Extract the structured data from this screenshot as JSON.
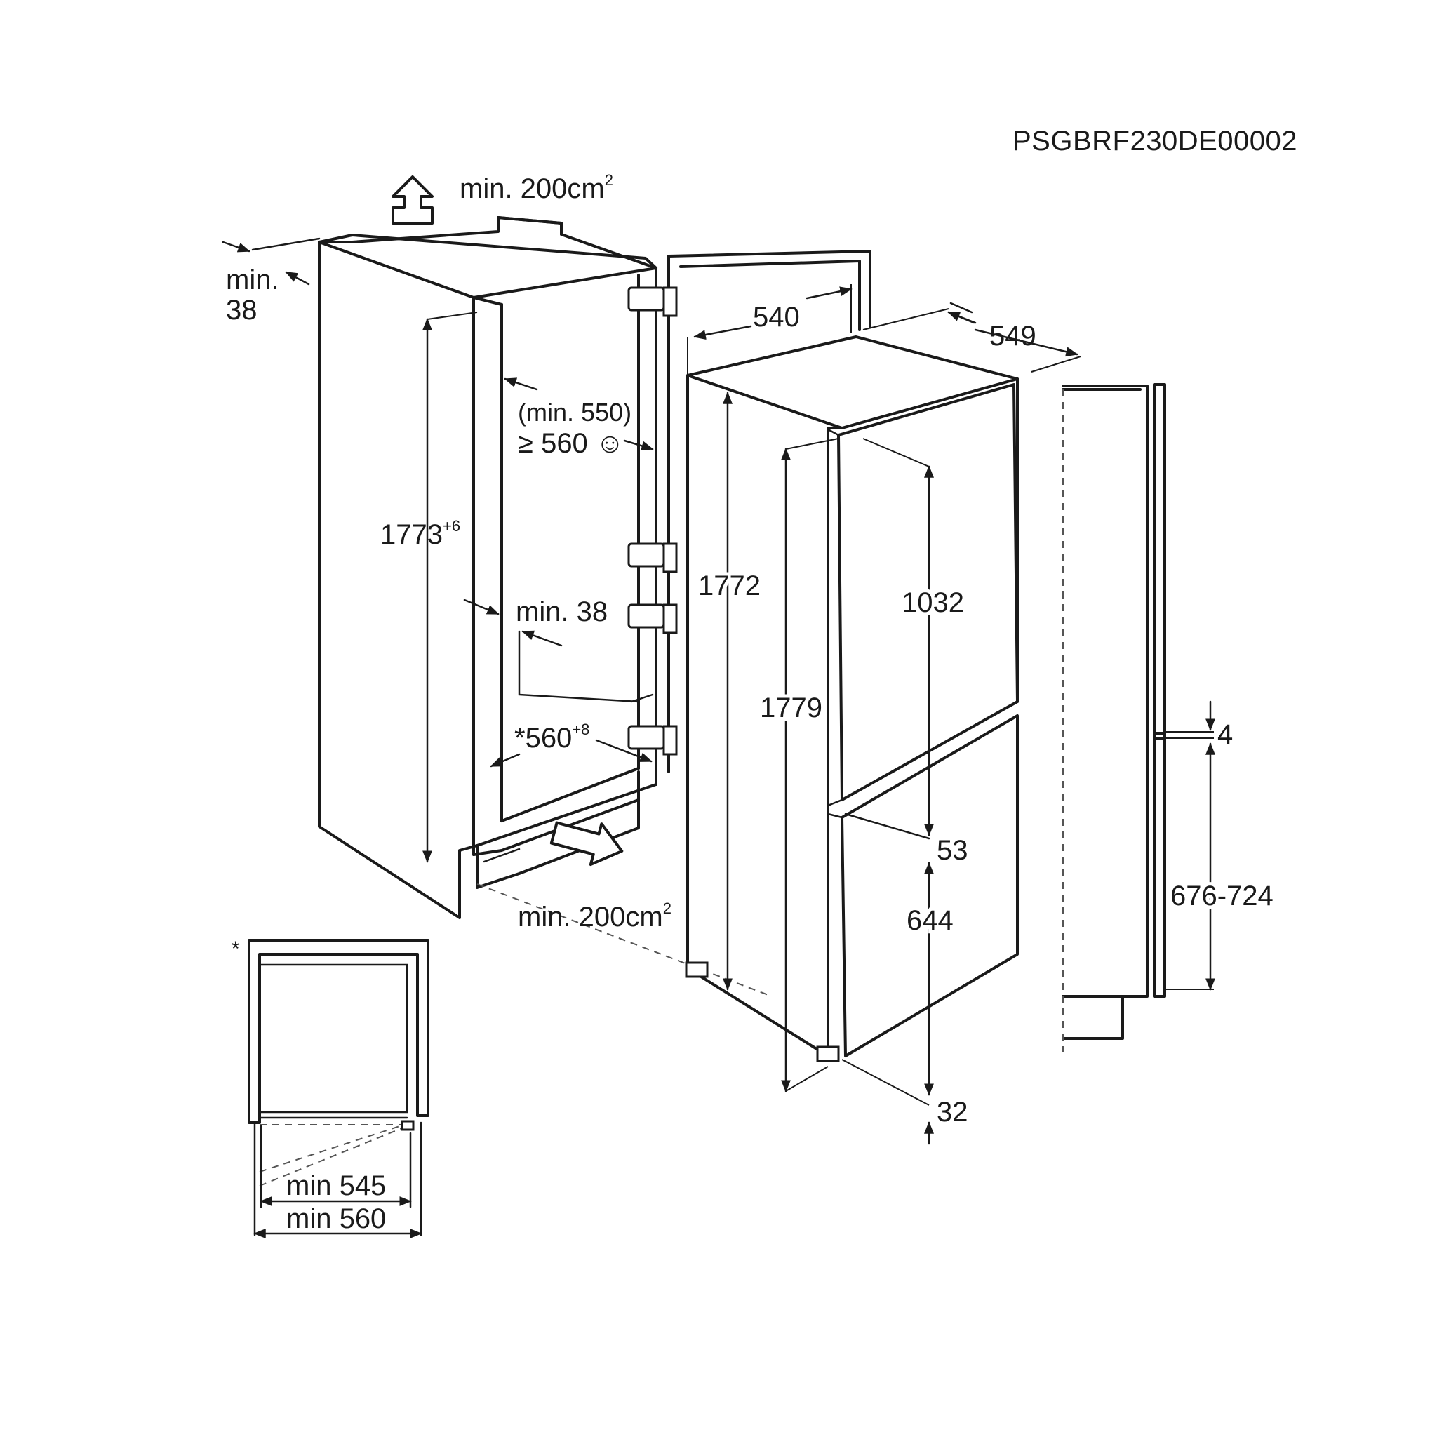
{
  "drawing_code": "PSGBRF230DE00002",
  "labels": {
    "vent_top_base": "min. 200cm",
    "vent_top_sup": "2",
    "gap_back_line1": "min.",
    "gap_back_line2": "38",
    "depth_min_note": "(min. 550)",
    "depth_recommended": "≥ 560 ☺",
    "niche_height_base": "1773",
    "niche_height_sup": "+6",
    "rear_gap": "min. 38",
    "niche_width_base": "*560",
    "niche_width_sup": "+8",
    "vent_bottom_base": "min. 200cm",
    "vent_bottom_sup": "2",
    "appliance_width": "540",
    "appliance_depth": "549",
    "body_height": "1772",
    "overall_height": "1779",
    "upper_door_height": "1032",
    "door_gap": "53",
    "lower_door_height": "644",
    "bottom_offset": "32",
    "panel_gap": "4",
    "panel_height_range": "676-724",
    "footnote_marker": "*",
    "plan_min_545": "min 545",
    "plan_min_560": "min 560"
  }
}
